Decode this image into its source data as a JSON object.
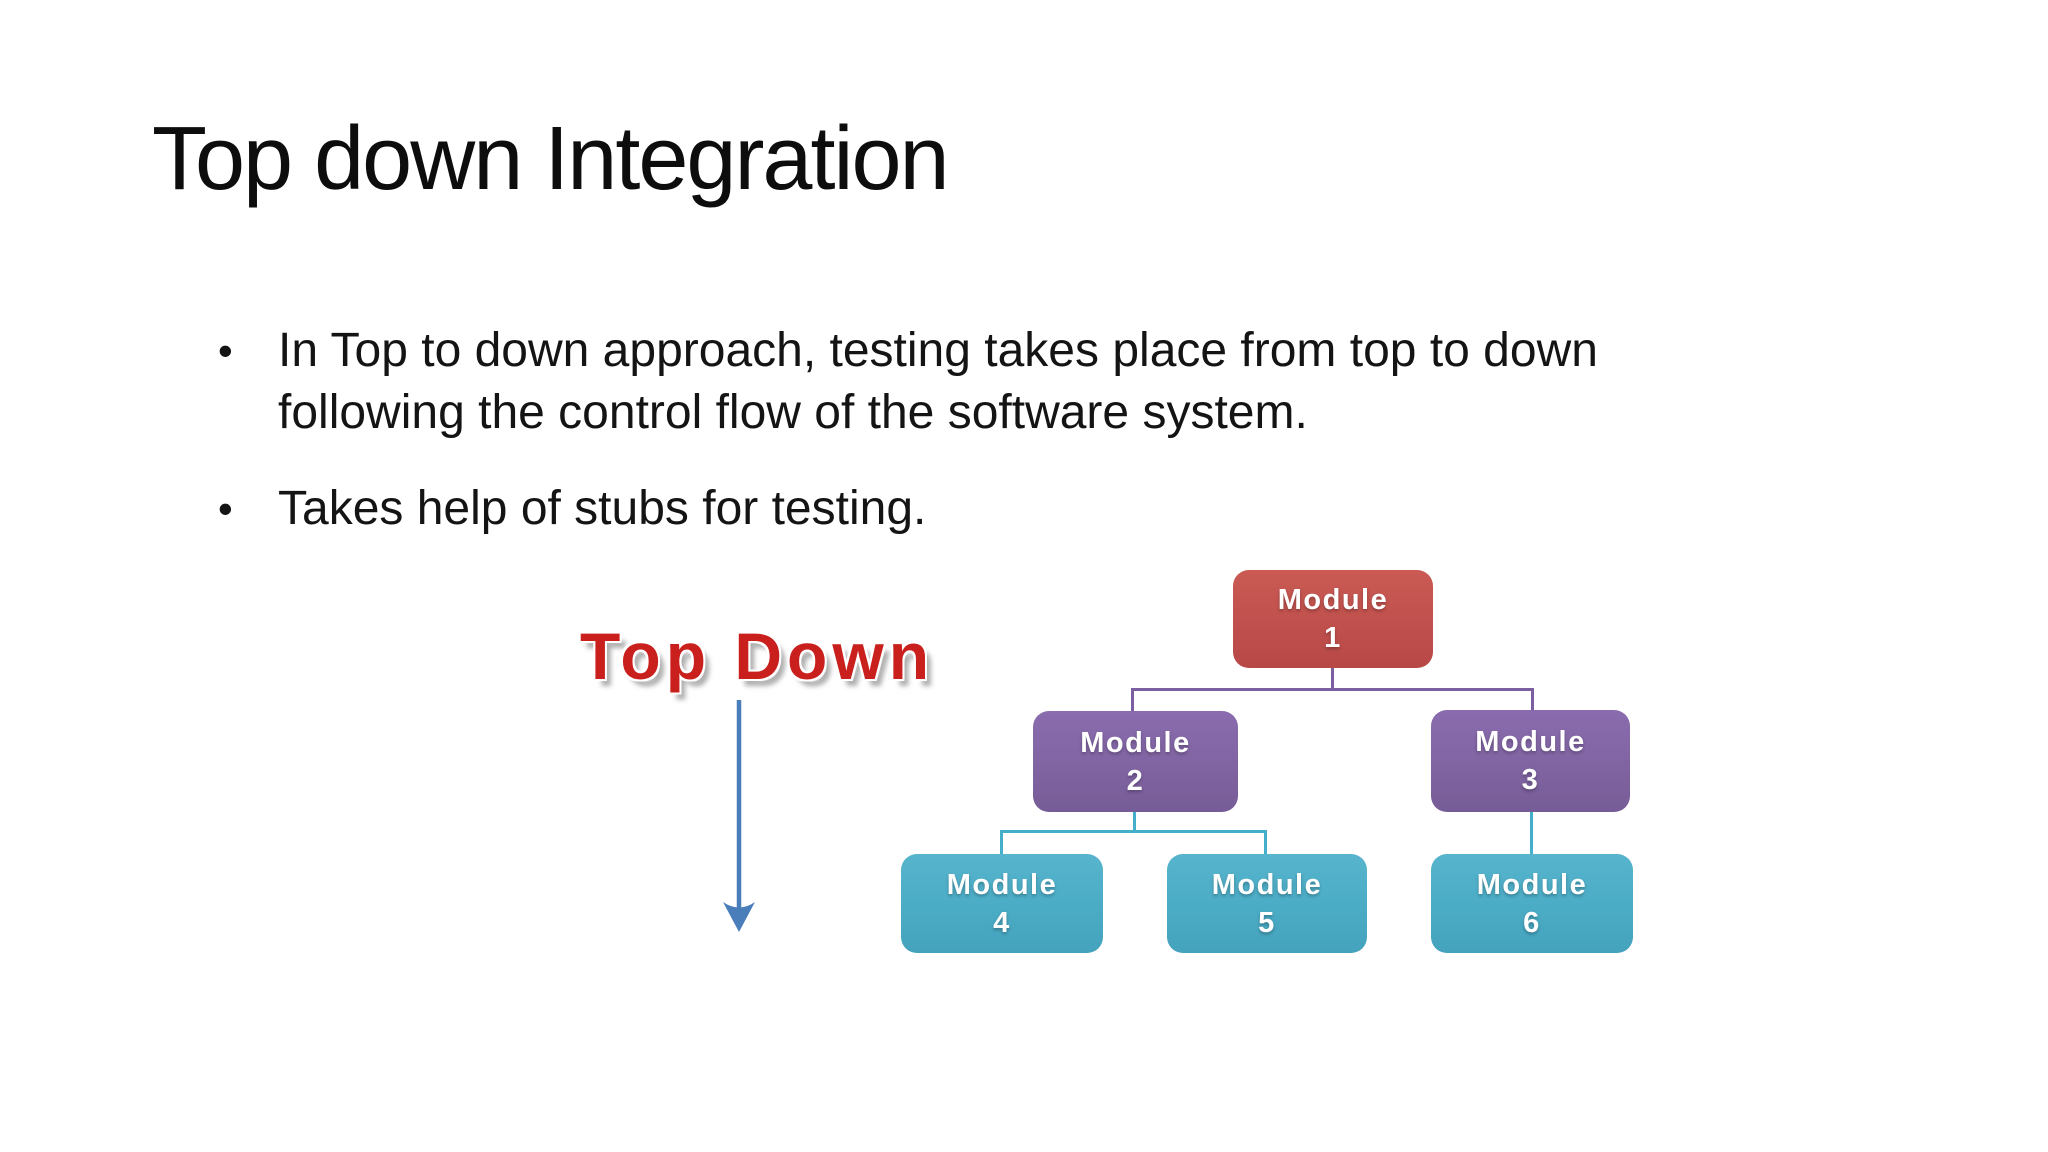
{
  "slide": {
    "title": "Top down Integration",
    "bullet_glyph": "•",
    "bullets": [
      {
        "text": "In Top to down approach, testing takes place from top to down following the control flow of the software system."
      },
      {
        "text": "Takes help of stubs for testing."
      }
    ]
  },
  "figure": {
    "caption": "Top Down",
    "arrow_icon": "down-arrow",
    "nodes": [
      {
        "id": "m1",
        "label": "Module",
        "number": "1",
        "level": 1
      },
      {
        "id": "m2",
        "label": "Module",
        "number": "2",
        "level": 2
      },
      {
        "id": "m3",
        "label": "Module",
        "number": "3",
        "level": 2
      },
      {
        "id": "m4",
        "label": "Module",
        "number": "4",
        "level": 3
      },
      {
        "id": "m5",
        "label": "Module",
        "number": "5",
        "level": 3
      },
      {
        "id": "m6",
        "label": "Module",
        "number": "6",
        "level": 3
      }
    ],
    "edges": [
      [
        "m1",
        "m2"
      ],
      [
        "m1",
        "m3"
      ],
      [
        "m2",
        "m4"
      ],
      [
        "m2",
        "m5"
      ],
      [
        "m3",
        "m6"
      ]
    ],
    "colors": {
      "level1_red": "#C0504D",
      "level2_purple": "#8064A2",
      "level3_teal": "#4BACC6",
      "connector_purple": "#7C5FA0",
      "connector_teal": "#45AEC9",
      "caption_red": "#C9201D",
      "arrow_blue": "#4A7EBB",
      "background": "#FFFFFF",
      "text": "#141414"
    }
  }
}
